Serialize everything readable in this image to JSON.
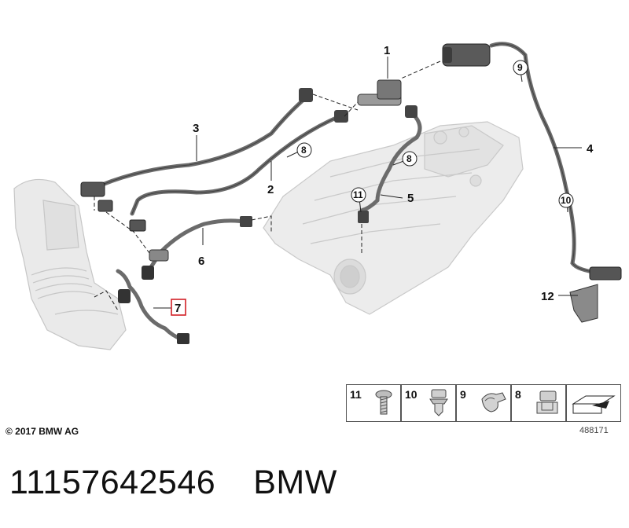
{
  "callouts": [
    {
      "id": "c1",
      "label": "1"
    },
    {
      "id": "c2",
      "label": "2"
    },
    {
      "id": "c3",
      "label": "3"
    },
    {
      "id": "c4",
      "label": "4"
    },
    {
      "id": "c5",
      "label": "5"
    },
    {
      "id": "c6",
      "label": "6"
    },
    {
      "id": "c7",
      "label": "7",
      "highlighted": true
    },
    {
      "id": "c12",
      "label": "12"
    }
  ],
  "circled_refs": [
    "8",
    "8",
    "9",
    "10",
    "11"
  ],
  "legend": [
    {
      "num": "11",
      "icon": "screw-icon"
    },
    {
      "num": "10",
      "icon": "clip-icon"
    },
    {
      "num": "9",
      "icon": "hose-clamp-icon"
    },
    {
      "num": "8",
      "icon": "bracket-clip-icon"
    },
    {
      "num": "",
      "icon": "direction-arrow-icon"
    }
  ],
  "copyright": "© 2017 BMW AG",
  "illustration_id": "488171",
  "part_number": "11157642546",
  "brand": "BMW",
  "colors": {
    "highlight": "#d21f26",
    "line": "#333333",
    "hose": "#6b6b6b",
    "part_fill": "#e6e6e6"
  }
}
